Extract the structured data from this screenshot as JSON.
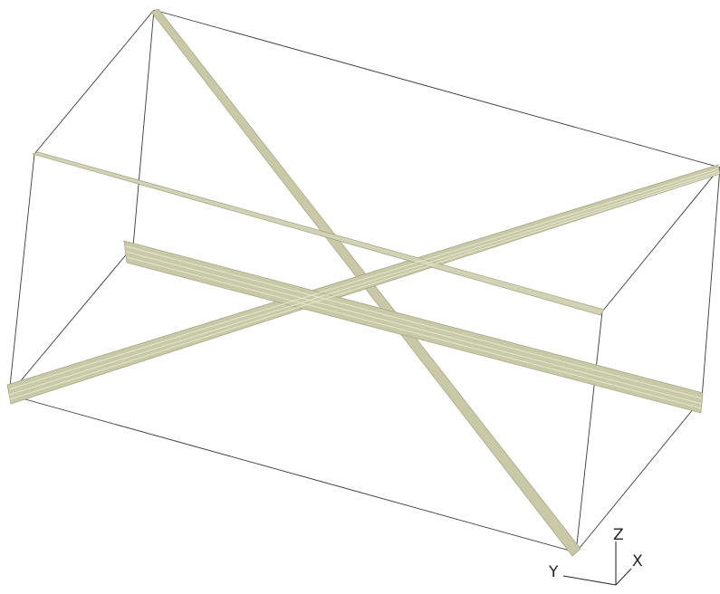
{
  "viewer": {
    "background": "#ffffff",
    "beam_color": "#c9c9a8",
    "beam_shade": "#a7a78a",
    "edge_color": "#3a3a3a"
  },
  "axes": {
    "x_label": "X",
    "y_label": "Y",
    "z_label": "Z"
  }
}
